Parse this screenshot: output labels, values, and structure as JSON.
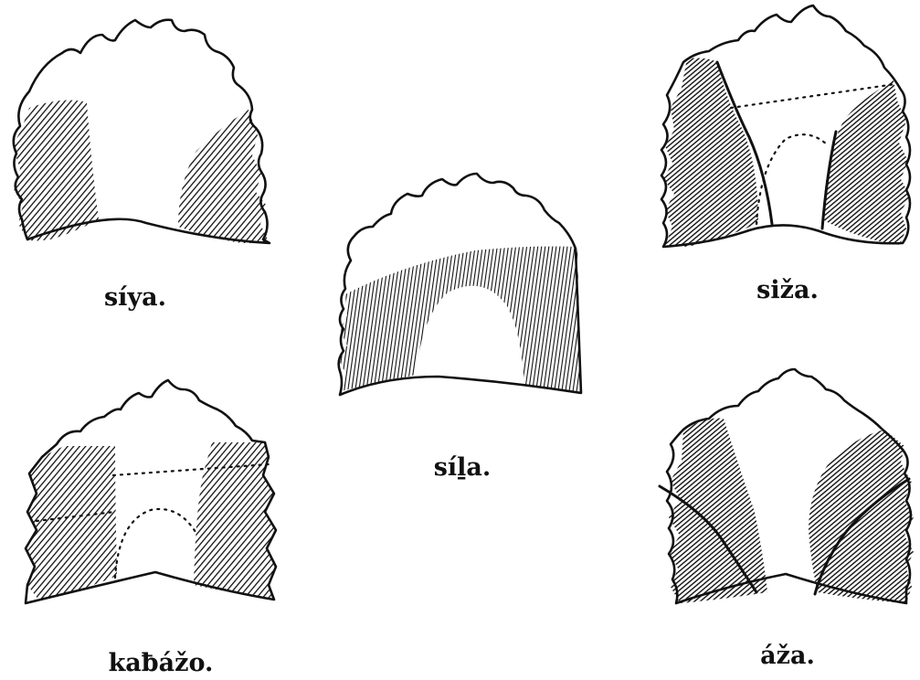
{
  "diagrams": [
    {
      "id": "siya",
      "caption": "síya."
    },
    {
      "id": "sila",
      "caption": "síḻa."
    },
    {
      "id": "siza",
      "caption": "sižа."
    },
    {
      "id": "kabazo",
      "caption": "kaƀážo."
    },
    {
      "id": "aza",
      "caption": "áža."
    }
  ],
  "colors": {
    "ink": "#111111",
    "background": "#ffffff"
  }
}
